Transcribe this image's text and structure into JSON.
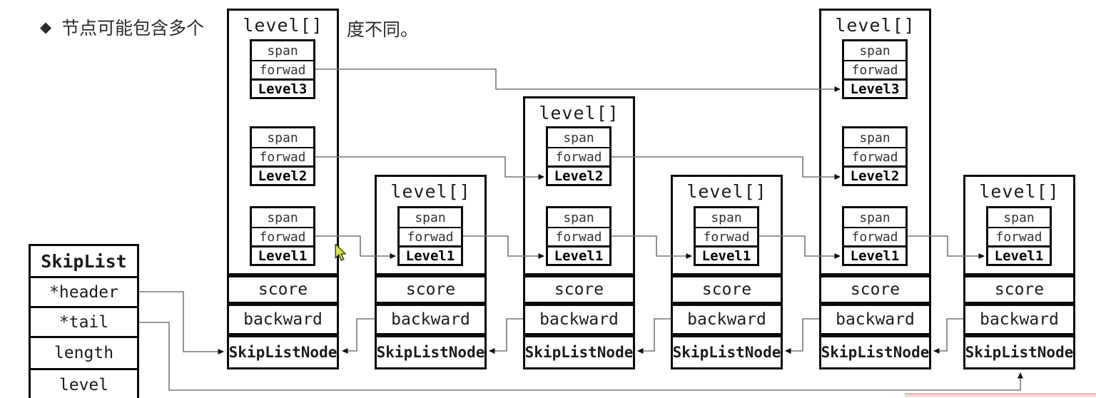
{
  "note": {
    "bullet": "◆",
    "text_left": "节点可能包含多个",
    "text_right": "度不同。"
  },
  "skiplist": {
    "title": "SkipList",
    "fields": [
      "*header",
      "*tail",
      "length",
      "level"
    ]
  },
  "labels": {
    "title": "level[]",
    "span": "span",
    "forward": "forwad",
    "score": "score",
    "backward": "backward",
    "type": "SkipListNode"
  },
  "nodes": [
    {
      "levels": [
        "Level3",
        "Level2",
        "Level1"
      ]
    },
    {
      "levels": [
        "Level1"
      ]
    },
    {
      "levels": [
        "Level2",
        "Level1"
      ]
    },
    {
      "levels": [
        "Level1"
      ]
    },
    {
      "levels": [
        "Level3",
        "Level2",
        "Level1"
      ]
    },
    {
      "levels": [
        "Level1"
      ]
    }
  ],
  "colors": {
    "line": "#777777",
    "border": "#0a0a0a",
    "text": "#1c1c1c",
    "cursor": "#d9e14f",
    "strip": "#edadad"
  }
}
